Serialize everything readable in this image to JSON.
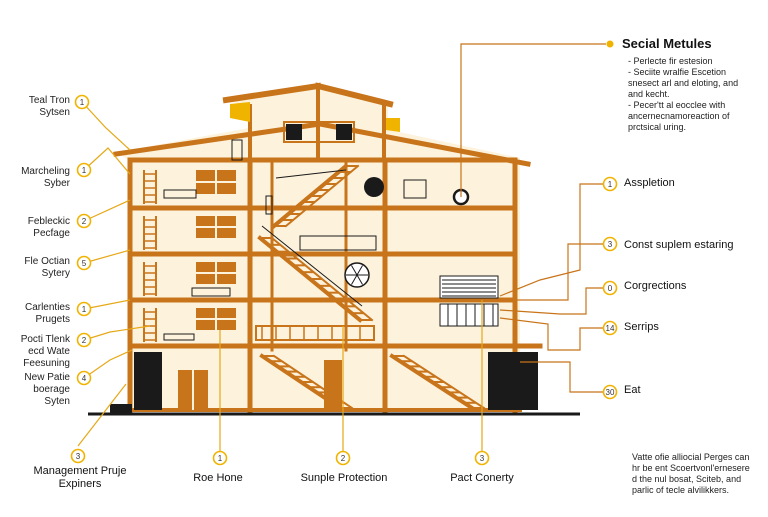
{
  "left_labels": [
    {
      "text": "Teal Tron Sytsen",
      "badge": "1"
    },
    {
      "text": "Marcheling Syber",
      "badge": "1"
    },
    {
      "text": "Febleckic Pecfage",
      "badge": "2"
    },
    {
      "text": "Fle Octian Sytery",
      "badge": "5"
    },
    {
      "text": "Carlenties Prugets",
      "badge": "1"
    },
    {
      "text": "Pocti Tlenk ecd Wate Feesuning",
      "badge": "2"
    },
    {
      "text": "New Patie boerage Syten",
      "badge": "4"
    }
  ],
  "right_title": "Secial Metules",
  "right_notes": [
    "- Perlecte fir estesion",
    "- Seciite wralfie Escetion",
    "  snesect arl and eloting, and",
    "  and kecht.",
    "- Pecer'tt al eocclee with",
    "  ancernecnamoreaction of",
    "  prctsical uring."
  ],
  "right_labels": [
    {
      "text": "Asspletion",
      "badge": "1"
    },
    {
      "text": "Const suplem estaring",
      "badge": "3"
    },
    {
      "text": "Corgrections",
      "badge": "0"
    },
    {
      "text": "Serrips",
      "badge": "14"
    },
    {
      "text": "Eat",
      "badge": "30"
    }
  ],
  "bottom_labels": [
    {
      "text": "Management Pruje Expiners",
      "badge": "3"
    },
    {
      "text": "Roe Hone",
      "badge": "1"
    },
    {
      "text": "Sunple Protection",
      "badge": "2"
    },
    {
      "text": "Pact Conerty",
      "badge": "3"
    }
  ],
  "footer_note": [
    "Vatte ofie alliocial Perges can",
    "hr be ent Scoertvonl'ernesere",
    "d the nul bosat, Sciteb, and",
    "parlic of tecle alvilikkers."
  ],
  "colors": {
    "beam": "#c8741a",
    "fill": "#fdf2dc",
    "leader": "#e6a817",
    "badge": "#f0b400",
    "dark": "#1a1a1a"
  }
}
